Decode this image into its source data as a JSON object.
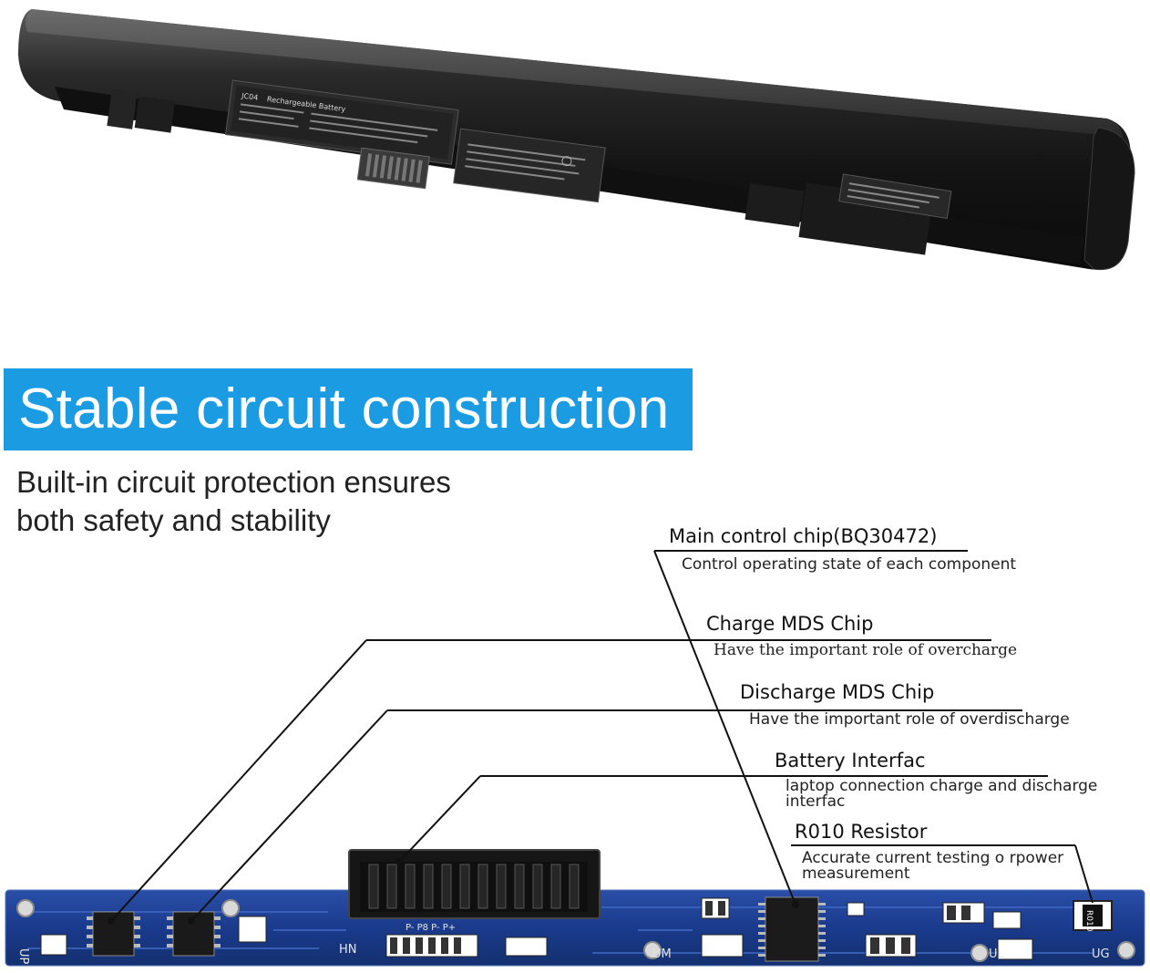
{
  "banner": {
    "title": "Stable circuit construction"
  },
  "subtitle": {
    "line1": "Built-in circuit protection ensures",
    "line2": "both safety and stability"
  },
  "callouts": [
    {
      "title": "Main control chip(BQ30472)",
      "desc": "Control operating state of each component"
    },
    {
      "title": "Charge MDS Chip",
      "desc": "Have the important role of overcharge"
    },
    {
      "title": "Discharge MDS Chip",
      "desc": "Have the important role of overdischarge"
    },
    {
      "title": "Battery Interfac",
      "desc_line1": "laptop connection charge and discharge",
      "desc_line2": "interfac"
    },
    {
      "title": "R010 Resistor",
      "desc_line1": "Accurate current testing o rpower",
      "desc_line2": "measurement"
    }
  ],
  "battery_label": {
    "brand": "JC04",
    "heading": "Rechargeable Battery"
  },
  "pcb_marks": {
    "left": "UP",
    "mid": "HN",
    "mid2": "UM",
    "right1": "UL",
    "right2": "UG",
    "resistor": "R010",
    "pads": "P-  P8  P-  P+"
  },
  "colors": {
    "banner": "#1b9ce2",
    "pcb": "#1a3a8c",
    "battery": "#1c1c1c"
  }
}
